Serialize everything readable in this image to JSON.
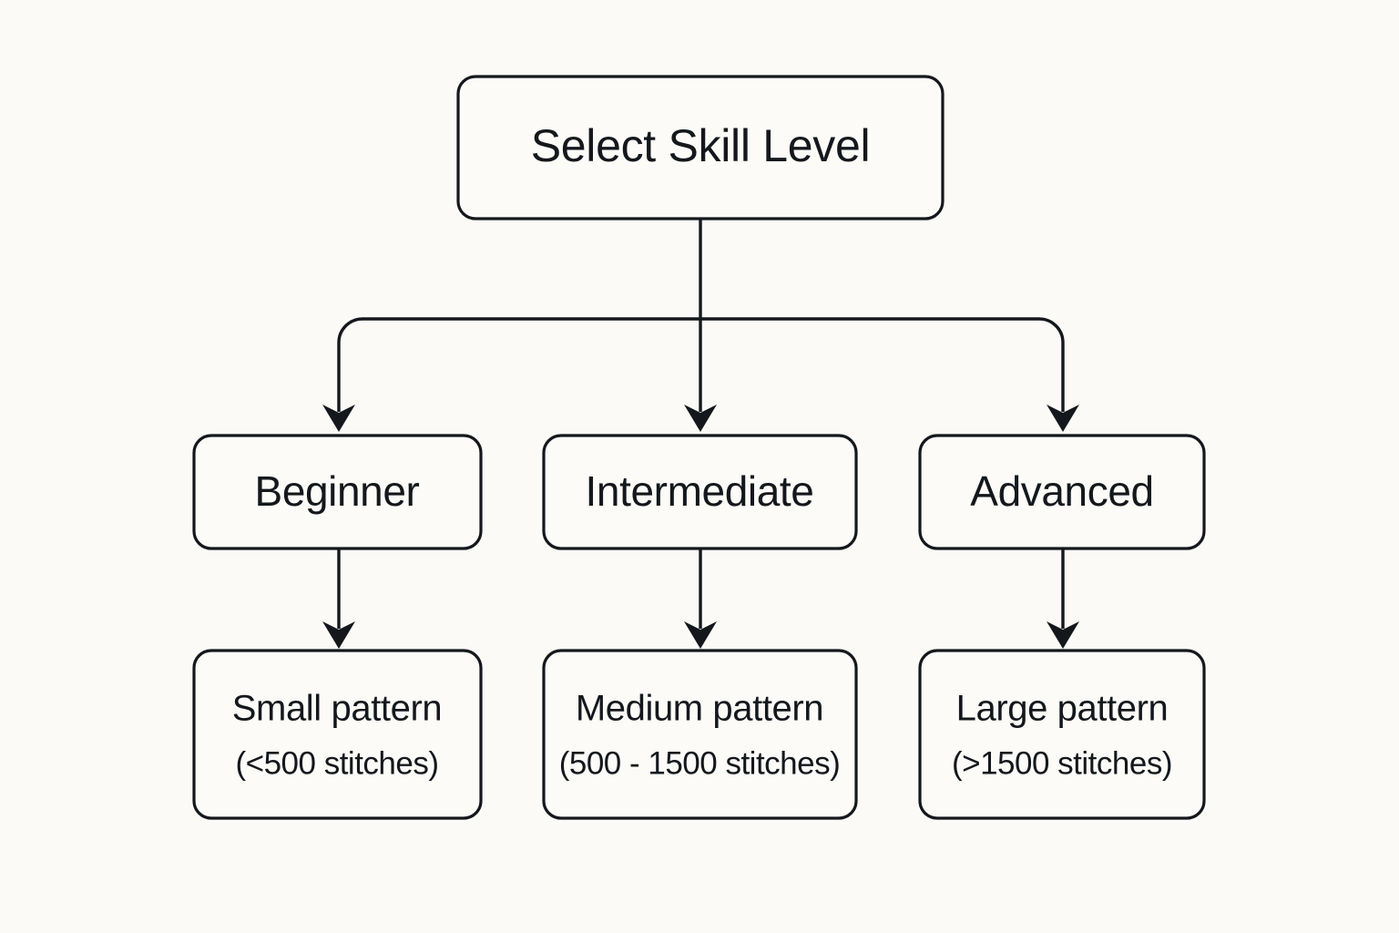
{
  "diagram": {
    "type": "flowchart",
    "background_color": "#FBFAF6",
    "line_color": "#14181C",
    "text_color": "#14181C",
    "node_fill": "#FCFBF8",
    "root": {
      "id": "select-skill-level",
      "label": "Select Skill Level"
    },
    "levels": [
      {
        "id": "beginner",
        "label": "Beginner"
      },
      {
        "id": "intermediate",
        "label": "Intermediate"
      },
      {
        "id": "advanced",
        "label": "Advanced"
      }
    ],
    "results": [
      {
        "id": "small-pattern",
        "line1": "Small pattern",
        "line2": "(<500 stitches)"
      },
      {
        "id": "medium-pattern",
        "line1": "Medium pattern",
        "line2": "(500 - 1500 stitches)"
      },
      {
        "id": "large-pattern",
        "line1": "Large pattern",
        "line2": "(>1500 stitches)"
      }
    ],
    "edges": [
      {
        "from": "select-skill-level",
        "to": "beginner",
        "style": "elbow-arrow"
      },
      {
        "from": "select-skill-level",
        "to": "intermediate",
        "style": "straight-arrow"
      },
      {
        "from": "select-skill-level",
        "to": "advanced",
        "style": "elbow-arrow"
      },
      {
        "from": "beginner",
        "to": "small-pattern",
        "style": "straight-arrow"
      },
      {
        "from": "intermediate",
        "to": "medium-pattern",
        "style": "straight-arrow"
      },
      {
        "from": "advanced",
        "to": "large-pattern",
        "style": "straight-arrow"
      }
    ]
  }
}
